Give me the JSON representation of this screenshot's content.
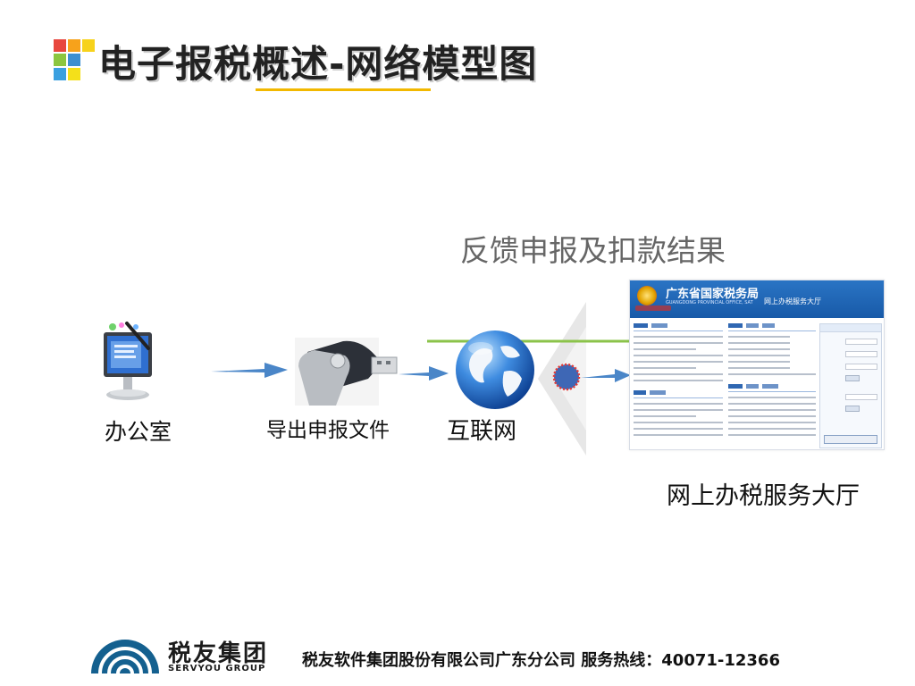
{
  "slide": {
    "title": "电子报税概述-网络模型图",
    "accent_color": "#f2b800"
  },
  "diagram": {
    "feedback_label": "反馈申报及扣款结果",
    "nodes": [
      {
        "id": "office",
        "label": "办公室",
        "icon": "computer-monitor-icon"
      },
      {
        "id": "export",
        "label": "导出申报文件",
        "icon": "usb-drive-icon"
      },
      {
        "id": "internet",
        "label": "互联网",
        "icon": "globe-icon"
      },
      {
        "id": "service_hall",
        "label": "网上办税服务大厅",
        "icon": "website-screenshot"
      }
    ],
    "edges": [
      {
        "from": "office",
        "to": "export"
      },
      {
        "from": "export",
        "to": "internet"
      },
      {
        "from": "internet",
        "to": "service_hall"
      },
      {
        "from": "service_hall",
        "to": "internet",
        "label": "反馈申报及扣款结果"
      }
    ],
    "arrow_color": "#4a86c8"
  },
  "website": {
    "name": "广东省国家税务局",
    "name_en": "GUANGDONG PROVINCIAL OFFICE, SAT",
    "section": "网上办税服务大厅"
  },
  "footer": {
    "brand_cn": "税友集团",
    "brand_en": "SERVYOU GROUP",
    "company_text": "税友软件集团股份有限公司广东分公司   服务热线：40071-12366"
  }
}
